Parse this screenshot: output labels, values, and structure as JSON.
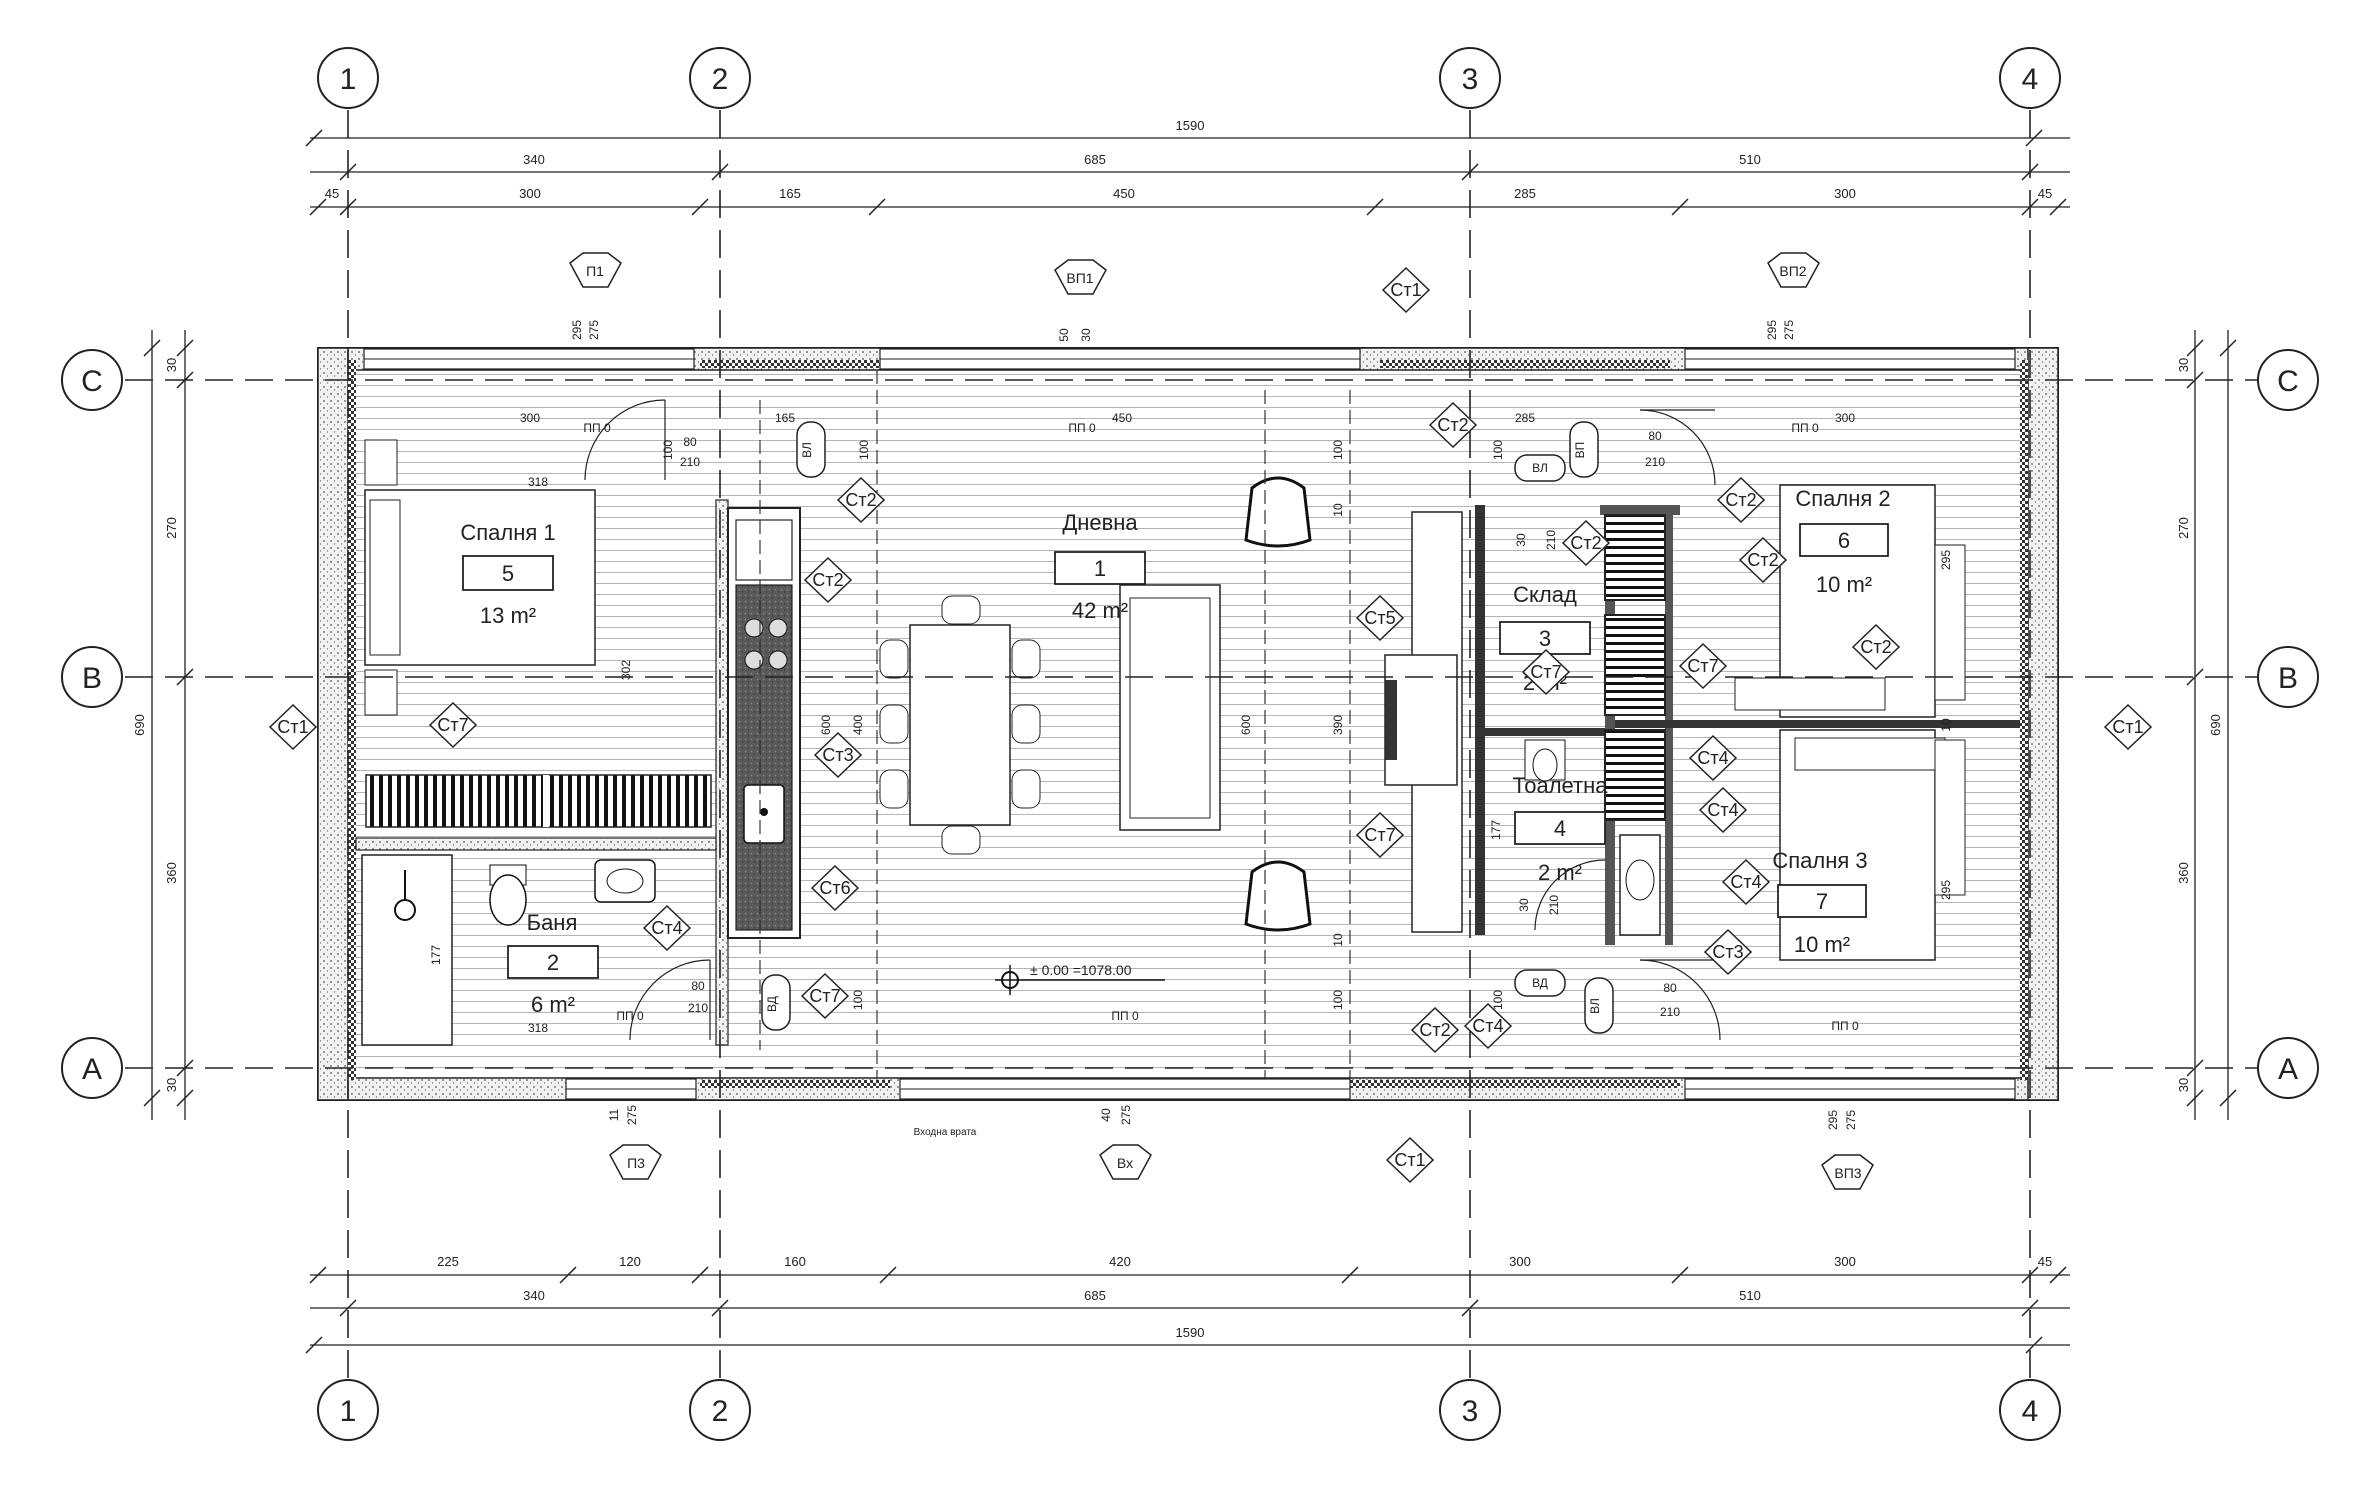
{
  "grid": {
    "columns": [
      "1",
      "2",
      "3",
      "4"
    ],
    "rows": [
      "C",
      "B",
      "A"
    ]
  },
  "dimensions": {
    "top_total": "1590",
    "top_major": [
      "340",
      "685",
      "510"
    ],
    "top_minor": [
      "45",
      "300",
      "165",
      "450",
      "285",
      "300",
      "45"
    ],
    "bottom_minor": [
      "225",
      "120",
      "160",
      "420",
      "300",
      "300",
      "45"
    ],
    "bottom_major": [
      "340",
      "685",
      "510"
    ],
    "bottom_total": "1590",
    "left_total": "690",
    "left_parts": [
      "30",
      "270",
      "360",
      "30"
    ],
    "right_total": "690",
    "right_parts": [
      "30",
      "270",
      "360",
      "30"
    ]
  },
  "rooms": [
    {
      "name": "Спалня 1",
      "num": "5",
      "area": "13 m²"
    },
    {
      "name": "Баня",
      "num": "2",
      "area": "6 m²"
    },
    {
      "name": "Дневна",
      "num": "1",
      "area": "42 m²"
    },
    {
      "name": "Склад",
      "num": "3",
      "area": "2 m²"
    },
    {
      "name": "Тоалетна",
      "num": "4",
      "area": "2 m²"
    },
    {
      "name": "Спалня 2",
      "num": "6",
      "area": "10 m²"
    },
    {
      "name": "Спалня 3",
      "num": "7",
      "area": "10 m²"
    }
  ],
  "wall_tags": {
    "st1": "Ст1",
    "st2": "Ст2",
    "st3": "Ст3",
    "st4": "Ст4",
    "st5": "Ст5",
    "st6": "Ст6",
    "st7": "Ст7"
  },
  "opening_tags": {
    "p1": "П1",
    "vp1": "ВП1",
    "vp2": "ВП2",
    "p3": "П3",
    "vh": "Вх",
    "vp3": "ВП3",
    "vd": "ВД",
    "vl": "ВЛ",
    "vp": "ВП"
  },
  "floor_tag": "ПП 0",
  "floor_tag_living": "ПП 0",
  "inner_dims": {
    "d300": "300",
    "d318": "318",
    "d450": "450",
    "d285": "285",
    "d165": "165",
    "d100": "100",
    "d80": "80",
    "d210": "210",
    "d30": "30",
    "d10": "10",
    "d600": "600",
    "d400": "400",
    "d390": "390",
    "d302": "302",
    "d177": "177",
    "d295": "295",
    "d275": "275",
    "d50": "50",
    "d11": "11",
    "d40": "40"
  },
  "elevation": "± 0.00 =1078.00",
  "note_bottom": "Входна врата"
}
